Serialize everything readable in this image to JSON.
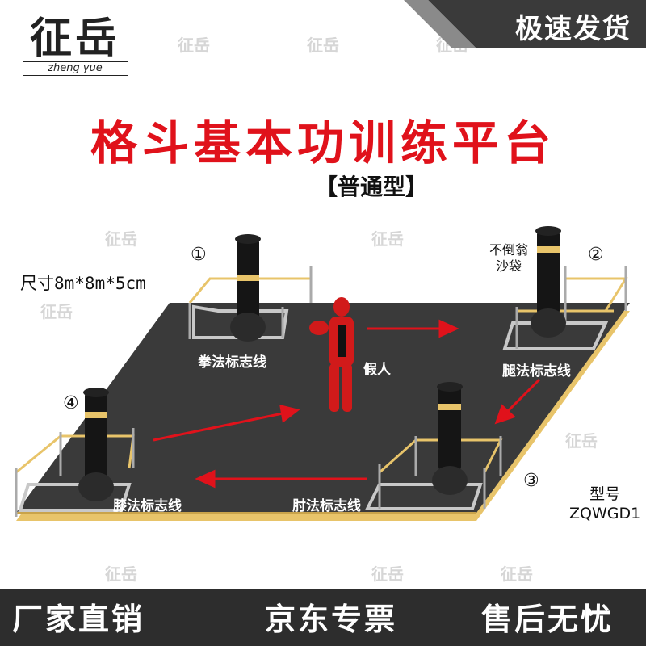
{
  "badge": "极速发货",
  "brand": {
    "cn": "征岳",
    "en": "zheng yue"
  },
  "title": "格斗基本功训练平台",
  "subtitle": "【普通型】",
  "size": "尺寸8m*8m*5cm",
  "stations": [
    {
      "number": "①",
      "line_label": "拳法标志线"
    },
    {
      "number": "②",
      "line_label": "腿法标志线",
      "equipment": "不倒翁\n沙袋"
    },
    {
      "number": "③",
      "line_label": "肘法标志线"
    },
    {
      "number": "④",
      "line_label": "膝法标志线"
    }
  ],
  "dummy_label": "假人",
  "model": {
    "label": "型号",
    "value": "ZQWGD1"
  },
  "bottom": [
    "厂家直销",
    "京东专票",
    "售后无忧"
  ],
  "watermark": "征岳",
  "colors": {
    "accent": "#e0121b",
    "banner": "#3a3a3a",
    "mat": "#3a3a3a",
    "edge": "#e8c46a",
    "bottom": "#2d2d2d"
  }
}
